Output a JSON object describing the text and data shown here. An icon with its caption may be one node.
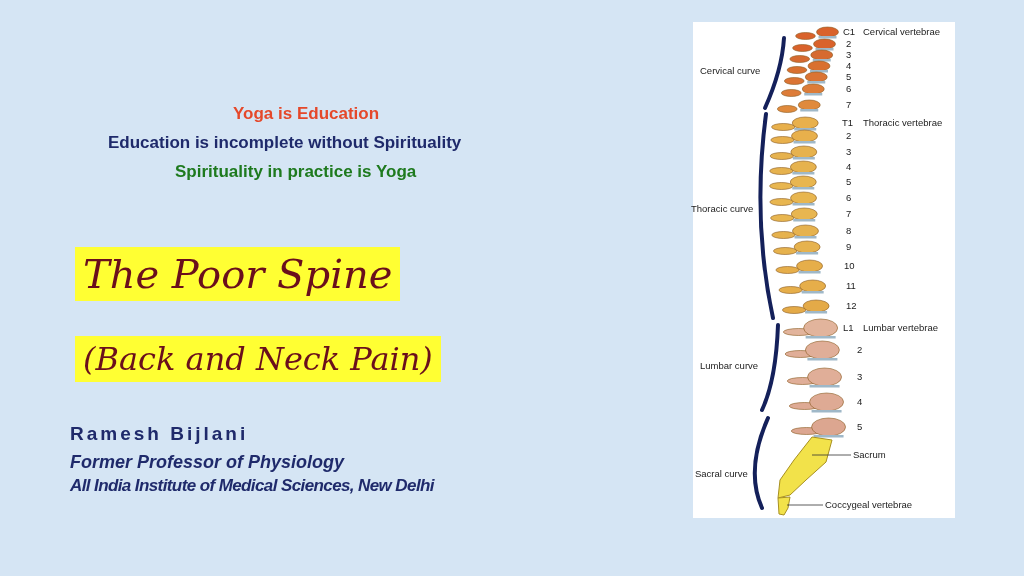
{
  "diagram": {
    "title": "The Poor Spine",
    "nodes": [
      {
        "text": [
          "Sacrum"
        ]
      },
      {
        "text": [],
        "shape": "picture"
      },
      {
        "text": [
          "Coccygeal vertebrae"
        ]
      },
      {
        "text": [],
        "shape": "picture"
      }
    ],
    "edges": [
      {
        "from": 0,
        "to": 1,
        "arrow": "none"
      },
      {
        "from": 2,
        "to": 3,
        "arrow": "none"
      }
    ],
    "labels": [
      "Yoga is Education",
      "Education is incomplete without Spirituality",
      "Spirituality in practice is Yoga",
      "(Back and Neck Pain)",
      "Ramesh Bijlani",
      "Former Professor of Physiology",
      "All India Institute of Medical Sciences, New Delhi",
      "C1",
      "Cervical vertebrae",
      "2",
      "3",
      "Cervical curve",
      "4",
      "5",
      "6",
      "7",
      "T1",
      "Thoracic vertebrae",
      "2",
      "3",
      "4",
      "5",
      "6",
      "Thoracic curve",
      "7",
      "8",
      "9",
      "10",
      "11",
      "12",
      "L1",
      "Lumbar vertebrae",
      "2",
      "Lumbar curve",
      "3",
      "4",
      "5",
      "Sacral curve"
    ]
  }
}
